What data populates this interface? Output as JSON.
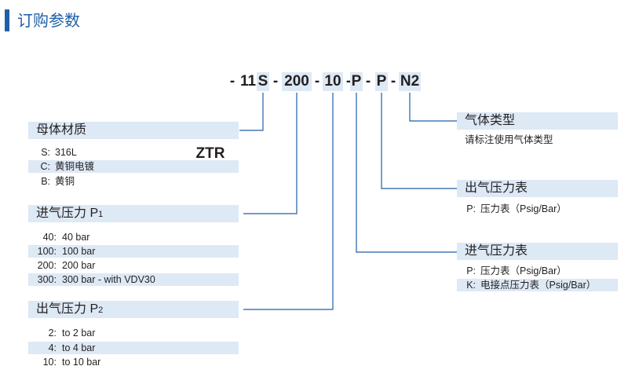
{
  "header": {
    "title": "订购参数"
  },
  "model_code": {
    "segments": [
      {
        "id": "prefix",
        "text": "ZTR",
        "highlight": false
      },
      {
        "id": "d1",
        "text": "-",
        "highlight": false
      },
      {
        "id": "series",
        "text": "11",
        "highlight": false
      },
      {
        "id": "material",
        "text": "S",
        "highlight": true
      },
      {
        "id": "d2",
        "text": "-",
        "highlight": false
      },
      {
        "id": "inlet_pressure",
        "text": "200",
        "highlight": true
      },
      {
        "id": "d3",
        "text": "-",
        "highlight": false
      },
      {
        "id": "outlet_pressure",
        "text": "10",
        "highlight": true
      },
      {
        "id": "d4",
        "text": "-",
        "highlight": false
      },
      {
        "id": "inlet_gauge",
        "text": "P",
        "highlight": true
      },
      {
        "id": "d5",
        "text": "-",
        "highlight": false
      },
      {
        "id": "outlet_gauge",
        "text": "P",
        "highlight": true
      },
      {
        "id": "d6",
        "text": "-",
        "highlight": false
      },
      {
        "id": "gas_type",
        "text": "N",
        "sub": "2",
        "highlight": true
      }
    ]
  },
  "body_material": {
    "title": "母体材质",
    "options": [
      {
        "code": "S:",
        "desc": "316L",
        "shaded": false
      },
      {
        "code": "C:",
        "desc": "黄铜电镀",
        "shaded": true
      },
      {
        "code": "B:",
        "desc": "黄铜",
        "shaded": false
      }
    ]
  },
  "inlet_pressure": {
    "title": "进气压力 P",
    "title_sub": "1",
    "options": [
      {
        "code": "40:",
        "desc": "40 bar",
        "shaded": false
      },
      {
        "code": "100:",
        "desc": "100 bar",
        "shaded": true
      },
      {
        "code": "200:",
        "desc": "200 bar",
        "shaded": false
      },
      {
        "code": "300:",
        "desc": "300 bar - with VDV30",
        "shaded": true
      }
    ]
  },
  "outlet_pressure": {
    "title": "出气压力 P",
    "title_sub": "2",
    "options": [
      {
        "code": "2:",
        "desc": "to 2 bar",
        "shaded": false
      },
      {
        "code": "4:",
        "desc": "to 4 bar",
        "shaded": true
      },
      {
        "code": "10:",
        "desc": "to 10 bar",
        "shaded": false
      }
    ]
  },
  "gas_type": {
    "title": "气体类型",
    "note": "请标注使用气体类型"
  },
  "outlet_gauge": {
    "title": "出气压力表",
    "options": [
      {
        "code": "P:",
        "desc": "压力表（Psig/Bar）",
        "shaded": false
      }
    ]
  },
  "inlet_gauge": {
    "title": "进气压力表",
    "options": [
      {
        "code": "P:",
        "desc": "压力表（Psig/Bar）",
        "shaded": false
      },
      {
        "code": "K:",
        "desc": "电接点压力表（Psig/Bar）",
        "shaded": true
      }
    ]
  },
  "colors": {
    "accent": "#1f5fa8",
    "highlight": "#dde9f5",
    "text": "#231f20"
  }
}
